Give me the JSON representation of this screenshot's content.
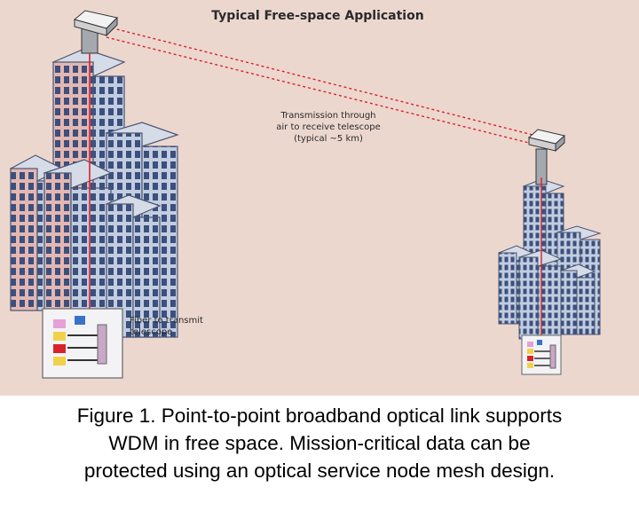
{
  "diagram": {
    "title": "Typical Free-space Application",
    "transmission_note": [
      "Transmission through",
      "air to receive telescope",
      "(typical ~5 km)"
    ],
    "fiber_note": [
      "Fiber to transmit",
      "telescope"
    ]
  },
  "caption": {
    "lines": [
      "Figure 1. Point-to-point broadband optical link supports",
      "WDM in free space. Mission-critical data can be",
      "protected using an optical service node mesh design."
    ]
  },
  "colors": {
    "background": "#ecd7cf",
    "beam": "#d9232a",
    "fiber": "#d9232a",
    "building_blue": "#c2cde0",
    "building_pink": "#e3b7b2",
    "window": "#3c4f7d"
  },
  "icons": [
    "telescope-icon",
    "equipment-rack-icon",
    "building-icon"
  ]
}
